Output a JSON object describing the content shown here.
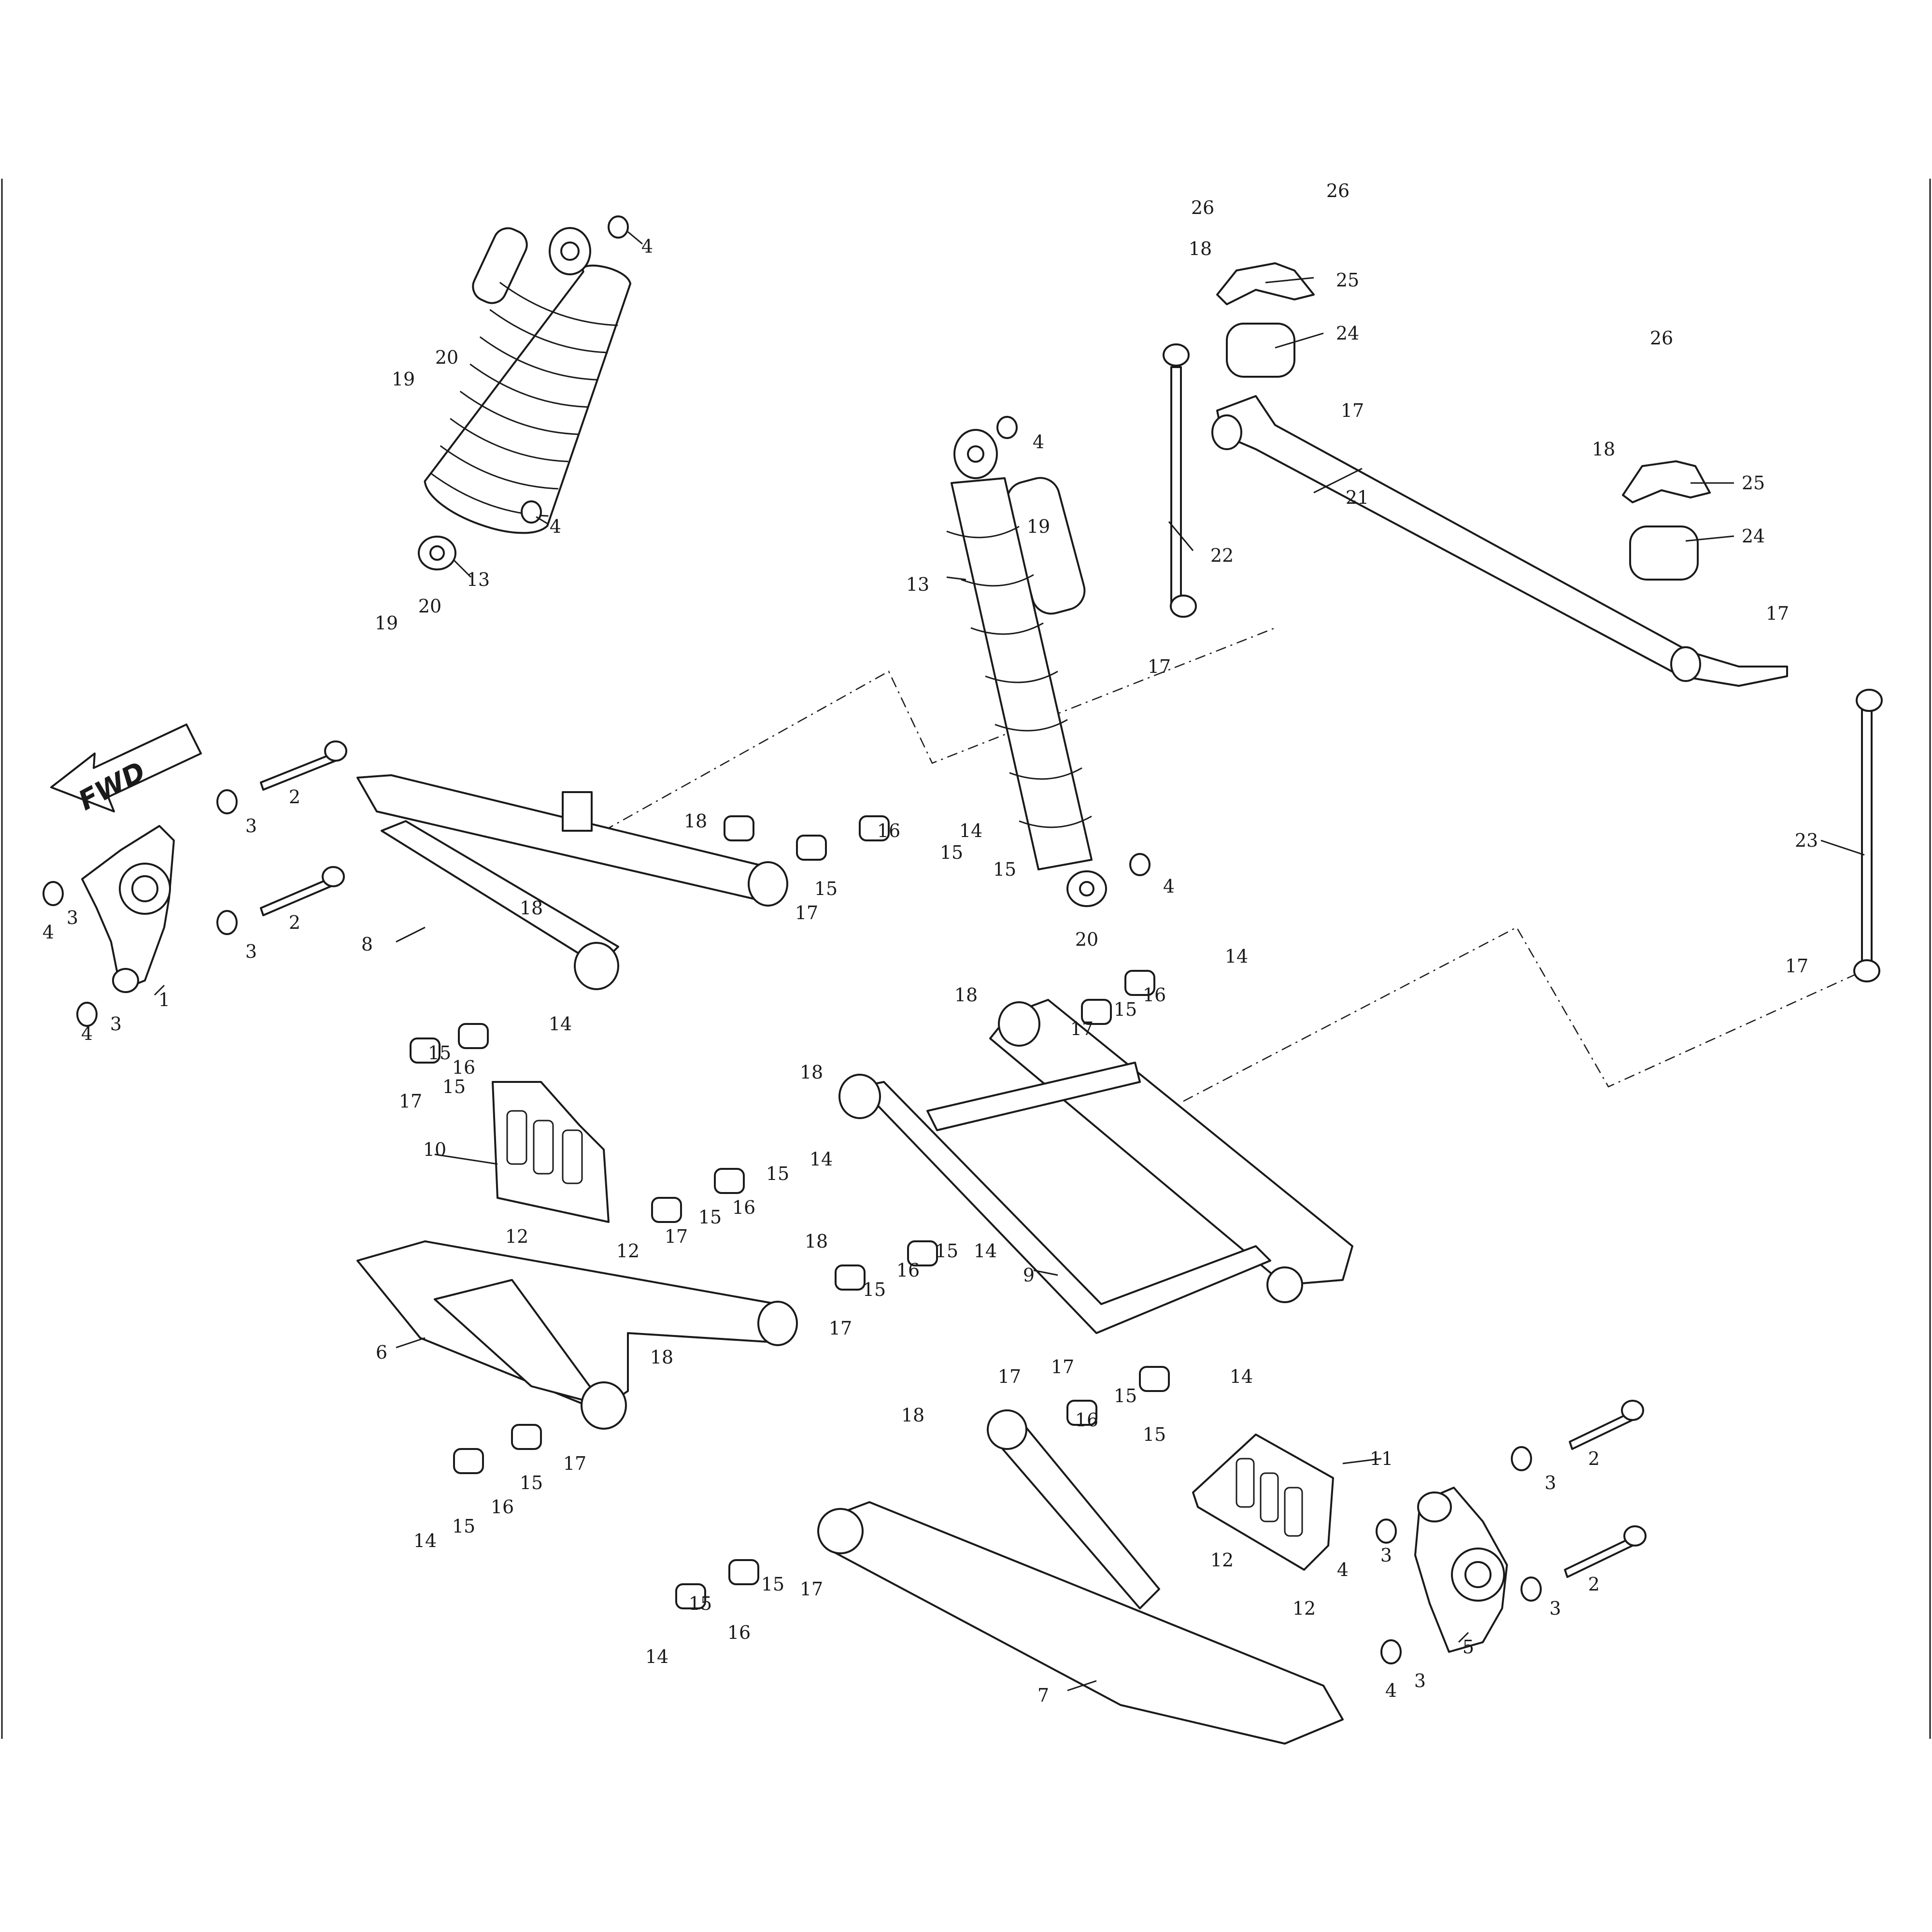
{
  "diagram": {
    "callouts": [
      "1",
      "2",
      "2",
      "2",
      "2",
      "3",
      "3",
      "3",
      "3",
      "3",
      "3",
      "3",
      "3",
      "4",
      "4",
      "4",
      "4",
      "4",
      "4",
      "4",
      "4",
      "5",
      "6",
      "7",
      "8",
      "9",
      "10",
      "11",
      "12",
      "12",
      "12",
      "12",
      "13",
      "13",
      "14",
      "14",
      "14",
      "14",
      "14",
      "14",
      "14",
      "14",
      "15",
      "15",
      "15",
      "15",
      "15",
      "15",
      "15",
      "15",
      "15",
      "15",
      "15",
      "15",
      "15",
      "15",
      "15",
      "15",
      "16",
      "16",
      "16",
      "16",
      "16",
      "16",
      "16",
      "16",
      "17",
      "17",
      "17",
      "17",
      "17",
      "17",
      "17",
      "17",
      "17",
      "17",
      "17",
      "17",
      "17",
      "18",
      "18",
      "18",
      "18",
      "18",
      "18",
      "18",
      "18",
      "18",
      "19",
      "19",
      "19",
      "20",
      "20",
      "20",
      "21",
      "22",
      "23",
      "24",
      "24",
      "25",
      "25",
      "26",
      "26",
      "26"
    ],
    "fwd_label": "FWD"
  }
}
